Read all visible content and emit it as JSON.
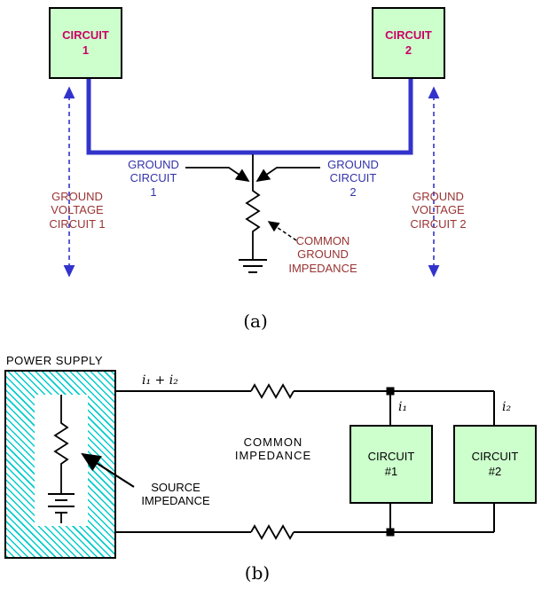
{
  "figure": {
    "description": "Common ground / common impedance coupling diagram",
    "colors": {
      "circuit_box_fill": "#CCFFCC",
      "circuit_label_magenta": "#CC0066",
      "ground_bus_blue": "#3333CC",
      "ground_label_blue": "#3333AA",
      "dark_red_label": "#993333",
      "wire_black": "#000000",
      "power_supply_hatch_cyan": "#00CCCC"
    }
  },
  "section_a": {
    "circuit1_label": "CIRCUIT\n1",
    "circuit2_label": "CIRCUIT\n2",
    "ground_circuit1_label": "GROUND\nCIRCUIT\n1",
    "ground_circuit2_label": "GROUND\nCIRCUIT\n2",
    "ground_voltage1_label": "GROUND\nVOLTAGE\nCIRCUIT 1",
    "ground_voltage2_label": "GROUND\nVOLTAGE\nCIRCUIT 2",
    "common_ground_impedance_label": "COMMON\nGROUND\nIMPEDANCE",
    "caption": "(a)"
  },
  "section_b": {
    "power_supply_label": "POWER SUPPLY",
    "source_impedance_label": "SOURCE\nIMPEDANCE",
    "common_impedance_label": "COMMON\nIMPEDANCE",
    "circuit1_label": "CIRCUIT\n#1",
    "circuit2_label": "CIRCUIT\n#2",
    "current_sum_label": "i₁ + i₂",
    "current1_label": "i₁",
    "current2_label": "i₂",
    "caption": "(b)"
  }
}
